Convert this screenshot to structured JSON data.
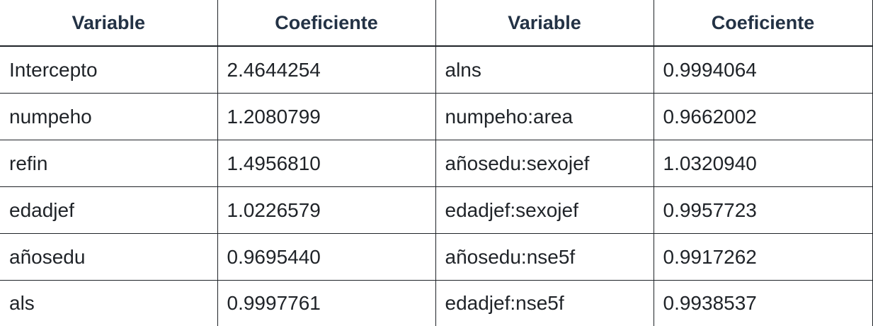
{
  "table": {
    "headers": [
      "Variable",
      "Coeficiente",
      "Variable",
      "Coeficiente"
    ],
    "rows": [
      [
        "Intercepto",
        "2.4644254",
        "alns",
        "0.9994064"
      ],
      [
        "numpeho",
        "1.2080799",
        "numpeho:area",
        "0.9662002"
      ],
      [
        "refin",
        "1.4956810",
        "añosedu:sexojef",
        "1.0320940"
      ],
      [
        "edadjef",
        "1.0226579",
        "edadjef:sexojef",
        "0.9957723"
      ],
      [
        "añosedu",
        "0.9695440",
        "añosedu:nse5f",
        "0.9917262"
      ],
      [
        "als",
        "0.9997761",
        "edadjef:nse5f",
        "0.9938537"
      ]
    ]
  }
}
